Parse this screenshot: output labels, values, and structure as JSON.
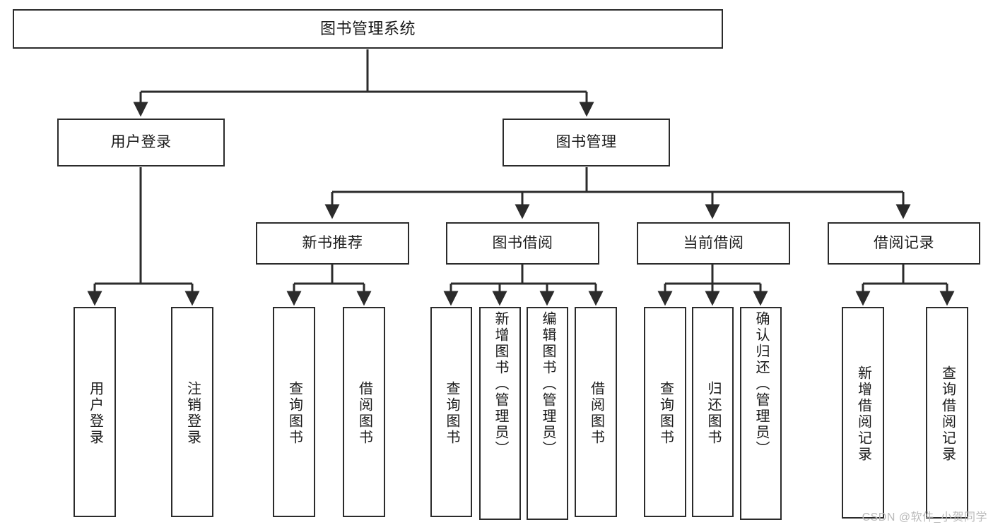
{
  "diagram": {
    "type": "tree-hierarchy",
    "title": "图书管理系统",
    "orientation": "top-down",
    "colors": {
      "box_border": "#2b2b2b",
      "box_fill": "#ffffff",
      "edge": "#2b2b2b",
      "text": "#1a1a1a",
      "watermark": "#b9b9b9"
    },
    "root": {
      "id": "root",
      "label": "图书管理系统"
    },
    "level2": [
      {
        "id": "n-user-login",
        "label": "用户登录"
      },
      {
        "id": "n-book-manage",
        "label": "图书管理"
      }
    ],
    "level3": [
      {
        "id": "n-new-book-rec",
        "label": "新书推荐",
        "parent": "n-book-manage"
      },
      {
        "id": "n-book-borrow",
        "label": "图书借阅",
        "parent": "n-book-manage"
      },
      {
        "id": "n-current-borrow",
        "label": "当前借阅",
        "parent": "n-book-manage"
      },
      {
        "id": "n-borrow-record",
        "label": "借阅记录",
        "parent": "n-book-manage"
      }
    ],
    "leaves": [
      {
        "id": "l-user-login",
        "label": "用户登录",
        "parent": "n-user-login"
      },
      {
        "id": "l-logout-login",
        "label": "注销登录",
        "parent": "n-user-login"
      },
      {
        "id": "l-query-book-1",
        "label": "查询图书",
        "parent": "n-new-book-rec"
      },
      {
        "id": "l-borrow-book-1",
        "label": "借阅图书",
        "parent": "n-new-book-rec"
      },
      {
        "id": "l-query-book-2",
        "label": "查询图书",
        "parent": "n-book-borrow"
      },
      {
        "id": "l-add-book",
        "label": "新增图书（管理员）",
        "parent": "n-book-borrow"
      },
      {
        "id": "l-edit-book",
        "label": "编辑图书（管理员）",
        "parent": "n-book-borrow"
      },
      {
        "id": "l-borrow-book-2",
        "label": "借阅图书",
        "parent": "n-book-borrow"
      },
      {
        "id": "l-query-book-3",
        "label": "查询图书",
        "parent": "n-current-borrow"
      },
      {
        "id": "l-return-book",
        "label": "归还图书",
        "parent": "n-current-borrow"
      },
      {
        "id": "l-confirm-return",
        "label": "确认归还（管理员）",
        "parent": "n-current-borrow"
      },
      {
        "id": "l-add-record",
        "label": "新增借阅记录",
        "parent": "n-borrow-record"
      },
      {
        "id": "l-query-record",
        "label": "查询借阅记录",
        "parent": "n-borrow-record"
      }
    ]
  },
  "watermark": {
    "text": "CSDN @软件_小贺同学"
  }
}
